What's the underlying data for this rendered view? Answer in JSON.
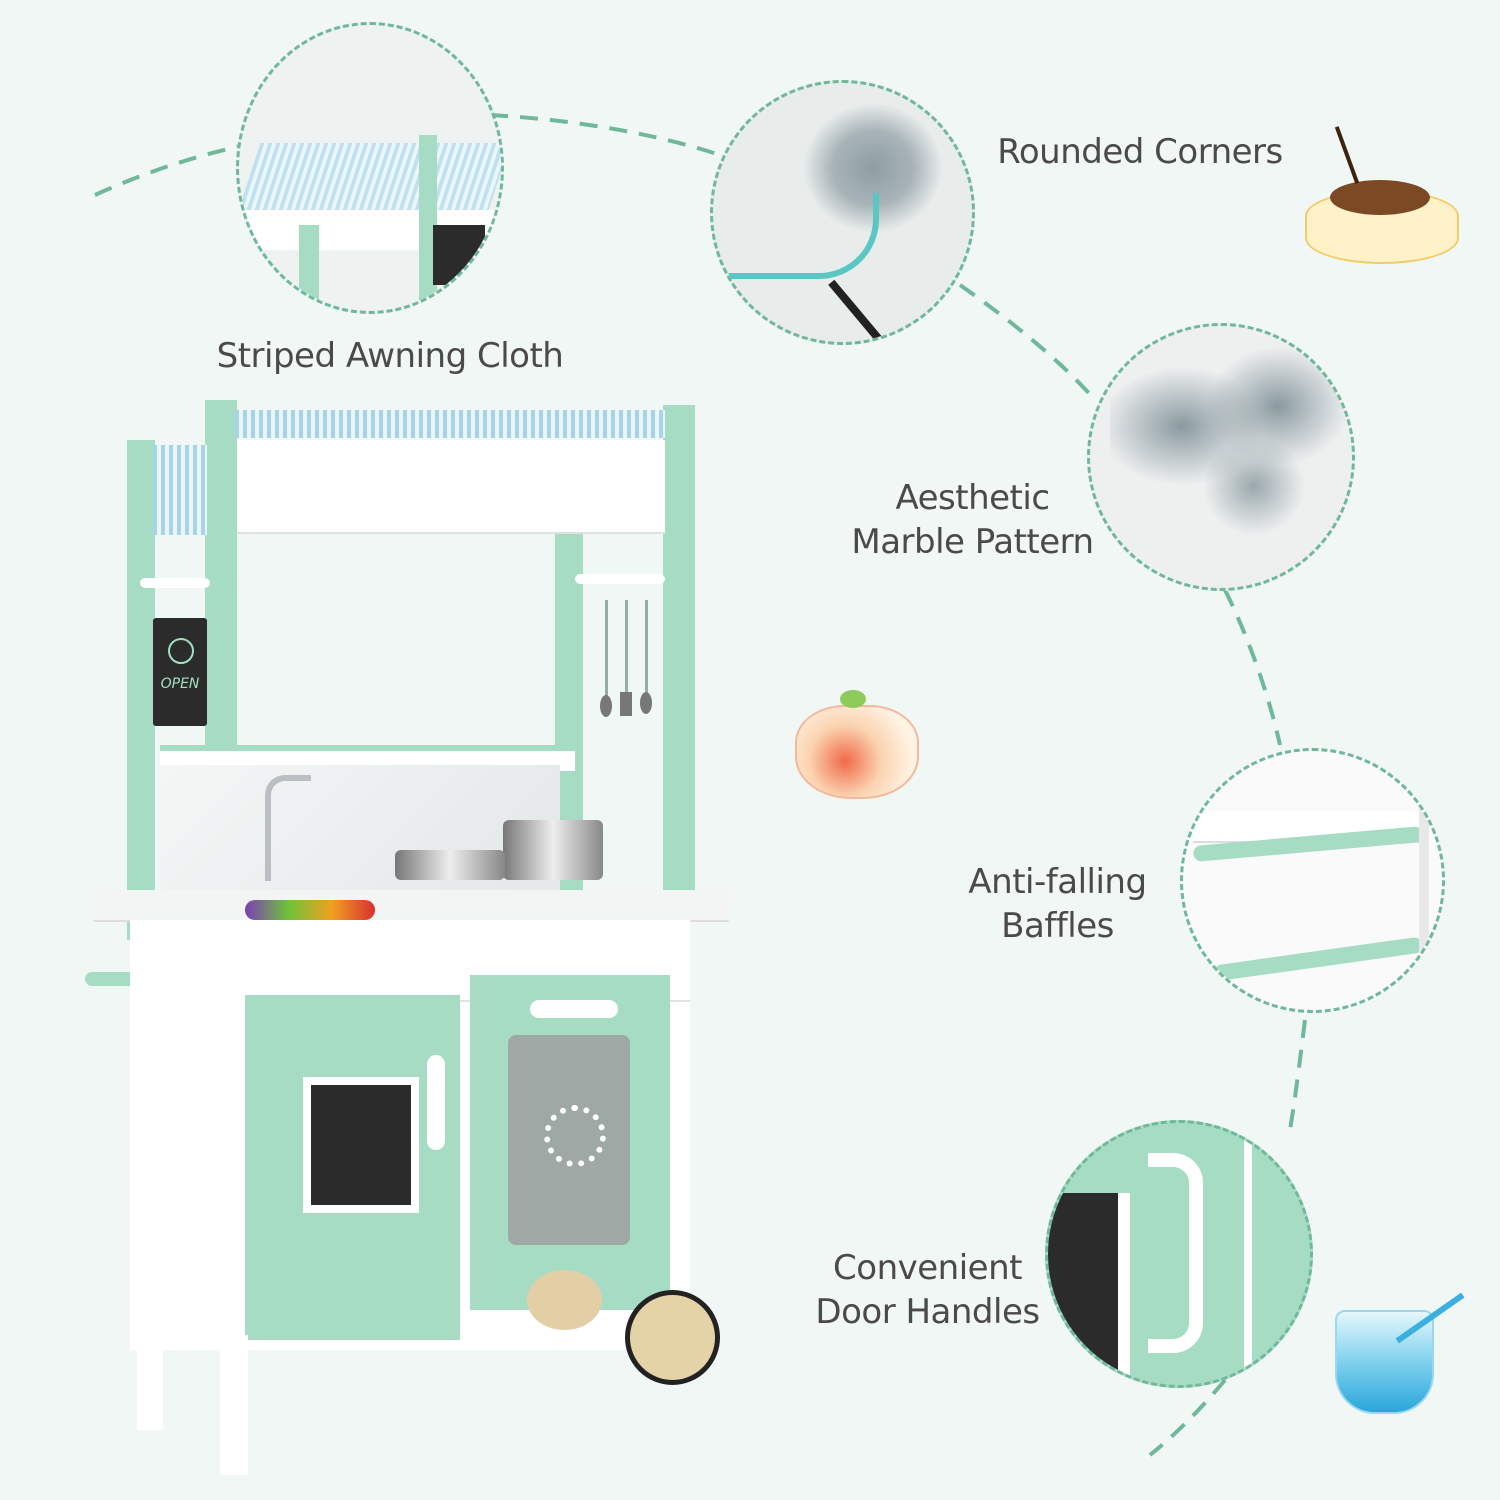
{
  "features": [
    {
      "id": "awning",
      "label": "Striped Awning Cloth"
    },
    {
      "id": "corners",
      "label": "Rounded Corners"
    },
    {
      "id": "marble",
      "label_line1": "Aesthetic",
      "label_line2": "Marble Pattern"
    },
    {
      "id": "baffles",
      "label_line1": "Anti-falling",
      "label_line2": "Baffles"
    },
    {
      "id": "handles",
      "label_line1": "Convenient",
      "label_line2": "Door Handles"
    }
  ],
  "sign": {
    "text": "OPEN"
  },
  "colors": {
    "mint": "#a6dcc4",
    "mint_dark": "#8fcfb3",
    "dash": "#6fb89a",
    "text": "#4a4a4a",
    "background": "#f1f7f5",
    "white": "#ffffff",
    "chalk": "#2b2b2b"
  }
}
